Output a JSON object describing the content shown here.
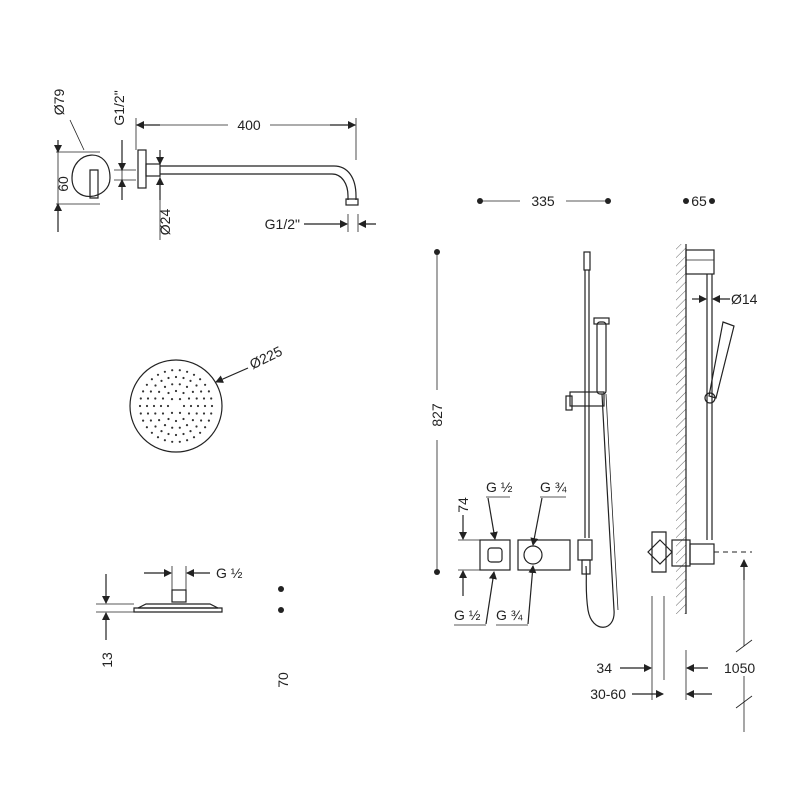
{
  "dimensions": {
    "diameter_79": "Ø79",
    "thread_top": "G1/2\"",
    "length_400": "400",
    "height_60": "60",
    "diameter_24": "Ø24",
    "thread_arm_end": "G1/2\"",
    "diameter_225": "Ø225",
    "head_thread": "G ½",
    "head_height_13": "13",
    "spacing_70": "70",
    "bar_width_335": "335",
    "wall_depth_65": "65",
    "bar_diameter_14": "Ø14",
    "bar_height_827": "827",
    "valve_height_74": "74",
    "valve_in_top_left": "G ½",
    "valve_in_top_right": "G ¾",
    "valve_out_bottom_left": "G ½",
    "valve_out_bottom_right": "G ¾",
    "recess_34": "34",
    "recess_range": "30-60",
    "install_height_1050": "1050"
  }
}
